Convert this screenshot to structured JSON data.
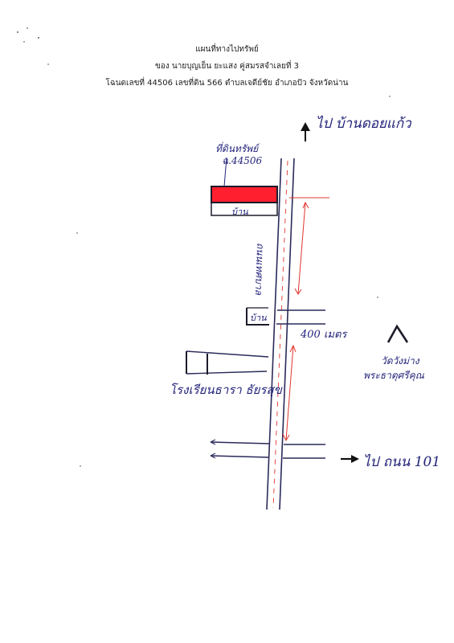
{
  "header": {
    "title": "แผนที่ทางไปทรัพย์",
    "owner": "ของ นายบุญเย็น  ยะแสง  คู่สมรสจำเลยที่ 3",
    "deed": "โฉนดเลขที่ 44506  เลขที่ดิน 566 ตำบลเจดีย์ชัย  อำเภอปัว  จังหวัดน่าน"
  },
  "labels": {
    "to_north": "ไป บ้านดอยแก้ว",
    "property_line1": "ที่ดินทรัพย์",
    "property_line2": "ฉ.44506",
    "house_1": "บ้าน",
    "house_2": "บ้าน",
    "road_name": "ถนนเทศบาล",
    "distance": "400 เมตร",
    "school": "โรงเรียนธารา ธัยรสุข",
    "temple_line1": "วัดวังม่าง",
    "temple_line2": "พระธาตุศรีคุณ",
    "to_east": "ไป ถนน  101"
  },
  "colors": {
    "ink": "#23237a",
    "road": "#2a2a5a",
    "property_fill": "#ff1f2e",
    "distance_marker": "#e0342e"
  }
}
